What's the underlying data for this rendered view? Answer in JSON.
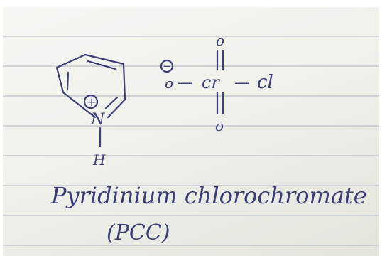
{
  "structure": {
    "charge_plus": "+",
    "nitrogen": "N",
    "hydrogen": "H",
    "charge_minus": "−",
    "oxygen_anion": "o",
    "bond1": "—",
    "chromium": "cr",
    "bond2": "—",
    "chlorine": "cl",
    "oxygen_top": "o",
    "oxygen_bottom": "o"
  },
  "caption": {
    "name": "Pyridinium chlorochromate",
    "abbreviation": "(PCC)"
  },
  "colors": {
    "ink": "#3a3f7a",
    "paper": "#f3f3ee",
    "rule": "#c9cdd0"
  }
}
